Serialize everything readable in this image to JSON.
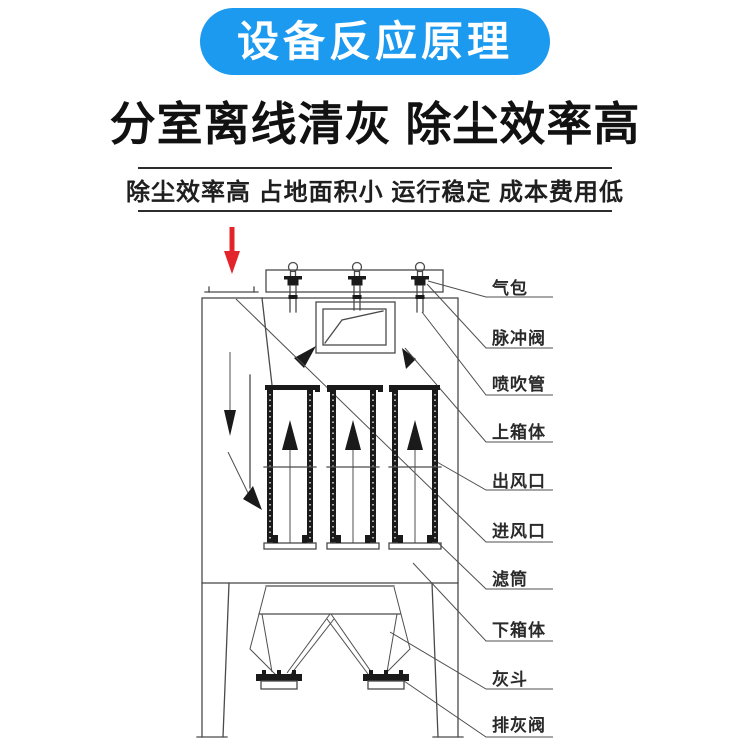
{
  "banner": {
    "text": "设备反应原理",
    "bg_color": "#1b9af0",
    "text_color": "#ffffff"
  },
  "headline": {
    "text": "分室离线清灰 除尘效率高"
  },
  "subheadline": {
    "text": "除尘效率高 占地面积小 运行稳定 成本费用低"
  },
  "diagram": {
    "type": "pulse-jet-cartridge-dust-collector-schematic",
    "line_color": "#4a4a4a",
    "flow_arrow_color": "#e3242b",
    "labels": [
      {
        "name": "air-reservoir",
        "text": "气包"
      },
      {
        "name": "pulse-valve",
        "text": "脉冲阀"
      },
      {
        "name": "blow-pipe",
        "text": "喷吹管"
      },
      {
        "name": "upper-casing",
        "text": "上箱体"
      },
      {
        "name": "air-outlet",
        "text": "出风口"
      },
      {
        "name": "air-inlet",
        "text": "进风口"
      },
      {
        "name": "filter-cartridge",
        "text": "滤筒"
      },
      {
        "name": "lower-casing",
        "text": "下箱体"
      },
      {
        "name": "ash-hopper",
        "text": "灰斗"
      },
      {
        "name": "ash-discharge-valve",
        "text": "排灰阀"
      }
    ]
  }
}
